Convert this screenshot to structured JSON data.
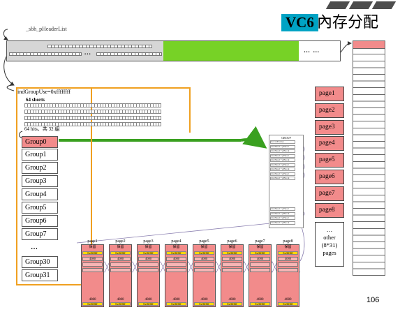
{
  "title": {
    "vc6": "VC6",
    "rest": "內存分配"
  },
  "header_list": {
    "label": "_sbh_pHeaderList",
    "dots": "… …"
  },
  "bitmap": {
    "label": "indGroupUse=0xffffffff",
    "bits_label": "64 shorts",
    "hits_label": "64 hits、共 32 組"
  },
  "groups": [
    "Group0",
    "Group1",
    "Group2",
    "Group3",
    "Group4",
    "Group5",
    "Group6",
    "Group7",
    "…",
    "Group30",
    "Group31"
  ],
  "pages_right": [
    "page1",
    "page2",
    "page3",
    "page4",
    "page5",
    "page6",
    "page7",
    "page8"
  ],
  "pages_other": {
    "line1": "…",
    "line2": "other",
    "line3": "(8*31)",
    "line4": "pages"
  },
  "group_struct": {
    "title": "GROUP",
    "rows": [
      "int cntEntries",
      "ListHead * pHead",
      "ListHead * pBlock",
      "ListHead * pHead",
      "ListHead * pBlock",
      "ListHead * pHead",
      "ListHead * pBlock",
      "ListHead * pHead",
      "ListHead * pBlock",
      "ListHead * pHead",
      "ListHead * pBlock",
      "ListHead * pHead",
      "ListHead * pBlock"
    ]
  },
  "bottom_pages": [
    {
      "label": "page1",
      "top": "保留",
      "yellow": "0xffffffff",
      "val": "4080",
      "bot": "4080",
      "botyellow": "0xffffffff"
    },
    {
      "label": "page2",
      "top": "保留",
      "yellow": "0xffffffff",
      "val": "4080",
      "bot": "4080",
      "botyellow": "0xffffffff"
    },
    {
      "label": "page3",
      "top": "保留",
      "yellow": "0xffffffff",
      "val": "4080",
      "bot": "4080",
      "botyellow": "0xffffffff"
    },
    {
      "label": "page4",
      "top": "保留",
      "yellow": "0xffffffff",
      "val": "4080",
      "bot": "4080",
      "botyellow": "0xffffffff"
    },
    {
      "label": "page5",
      "top": "保留",
      "yellow": "0xffffffff",
      "val": "4080",
      "bot": "4080",
      "botyellow": "0xffffffff"
    },
    {
      "label": "page6",
      "top": "保留",
      "yellow": "0xffffffff",
      "val": "4080",
      "bot": "4080",
      "botyellow": "0xffffffff"
    },
    {
      "label": "page7",
      "top": "保留",
      "yellow": "0xffffffff",
      "val": "4080",
      "bot": "4080",
      "botyellow": "0xffffffff"
    },
    {
      "label": "page8",
      "top": "保留",
      "yellow": "0xffffffff",
      "val": "4080",
      "bot": "4080",
      "botyellow": "0xffffffff"
    }
  ],
  "page_number": "106",
  "colors": {
    "accent": "#00a3c4",
    "green": "#77d226",
    "page": "#f28b8b",
    "orange": "#f0a020"
  }
}
